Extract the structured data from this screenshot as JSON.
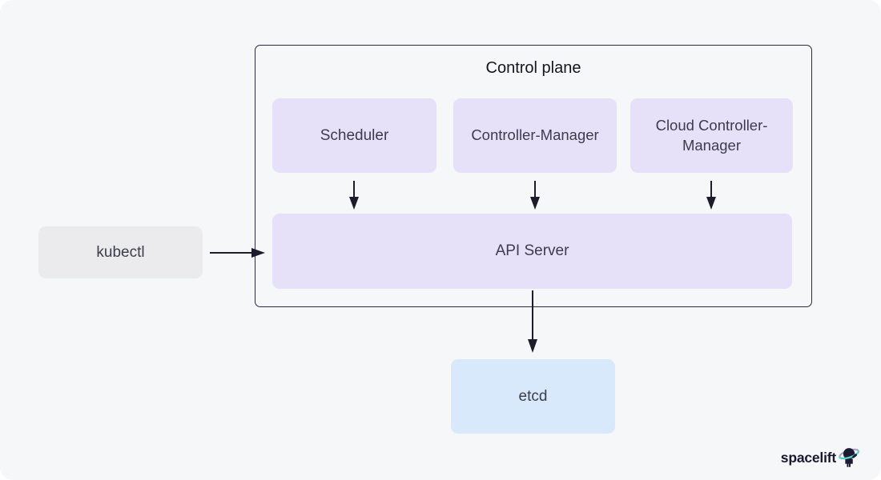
{
  "control_plane": {
    "title": "Control plane"
  },
  "nodes": {
    "scheduler": {
      "label": "Scheduler"
    },
    "controller_manager": {
      "label": "Controller-Manager"
    },
    "cloud_controller_manager": {
      "label": "Cloud Controller-Manager"
    },
    "api_server": {
      "label": "API Server"
    },
    "kubectl": {
      "label": "kubectl"
    },
    "etcd": {
      "label": "etcd"
    }
  },
  "edges": [
    {
      "from": "kubectl",
      "to": "control_plane"
    },
    {
      "from": "scheduler",
      "to": "api_server"
    },
    {
      "from": "controller_manager",
      "to": "api_server"
    },
    {
      "from": "cloud_controller_manager",
      "to": "api_server"
    },
    {
      "from": "api_server",
      "to": "etcd"
    }
  ],
  "colors": {
    "canvas_background": "#f6f7f9",
    "purple_node": "#e7e0f9",
    "gray_node": "#ebebed",
    "blue_node": "#d8e9fb",
    "control_plane_border": "#2a2a3a",
    "arrow": "#1c1c2a",
    "title_text": "#15151f",
    "node_text": "#3c3c4b",
    "logo_teal": "#5bd0c8",
    "logo_lavender": "#a8a4c4",
    "logo_dark": "#1b1b33"
  },
  "branding": {
    "logo_text": "spacelift"
  }
}
